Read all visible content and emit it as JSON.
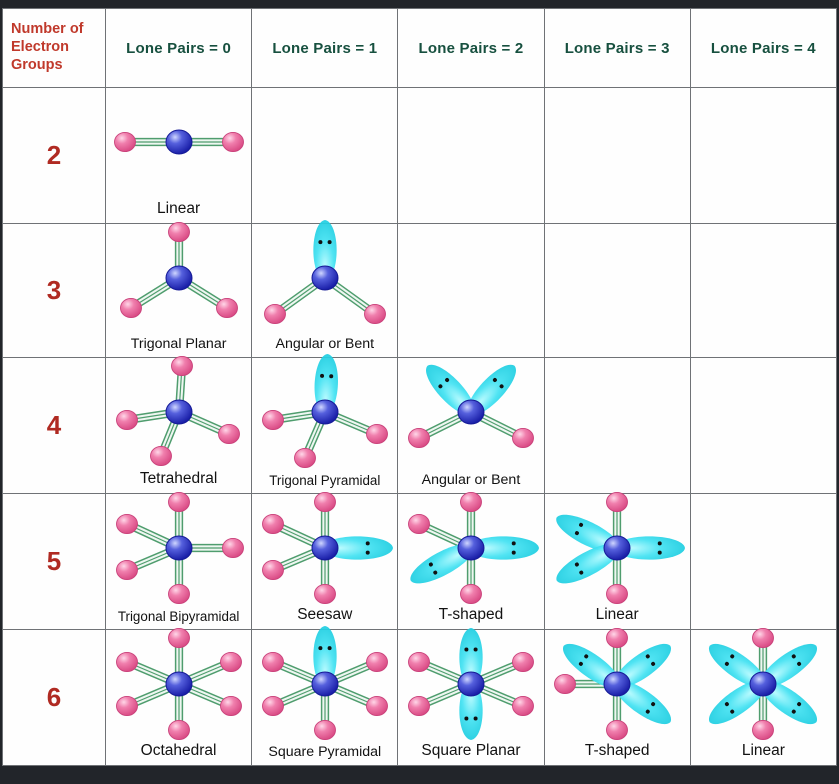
{
  "header": {
    "corner_label_lines": [
      "Number of",
      "Electron",
      "Groups"
    ],
    "corner_label": "Number of Electron Groups",
    "columns": [
      {
        "label": "Lone Pairs = 0",
        "lone_pairs": 0
      },
      {
        "label": "Lone Pairs = 1",
        "lone_pairs": 1
      },
      {
        "label": "Lone Pairs = 2",
        "lone_pairs": 2
      },
      {
        "label": "Lone Pairs = 3",
        "lone_pairs": 3
      },
      {
        "label": "Lone Pairs = 4",
        "lone_pairs": 4
      }
    ]
  },
  "colors": {
    "header_corner_text": "#c0392b",
    "header_column_text": "#17503f",
    "row_label_text": "#b02a22",
    "central_atom": "#2b35c8",
    "terminal_atom": "#e8649a",
    "lone_pair_lobe": "#39e0ef",
    "bond": "#4f9d6e",
    "grid_line": "#6f7276",
    "frame": "#22252a",
    "cell_background": "#fefefe"
  },
  "rows": [
    {
      "electron_groups": "2",
      "cells": [
        {
          "name": "Linear",
          "bonded_atoms": 2,
          "lone_pairs": 0,
          "empty": false
        },
        {
          "name": "",
          "empty": true
        },
        {
          "name": "",
          "empty": true
        },
        {
          "name": "",
          "empty": true
        },
        {
          "name": "",
          "empty": true
        }
      ]
    },
    {
      "electron_groups": "3",
      "cells": [
        {
          "name": "Trigonal Planar",
          "bonded_atoms": 3,
          "lone_pairs": 0,
          "empty": false
        },
        {
          "name": "Angular or Bent",
          "bonded_atoms": 2,
          "lone_pairs": 1,
          "empty": false
        },
        {
          "name": "",
          "empty": true
        },
        {
          "name": "",
          "empty": true
        },
        {
          "name": "",
          "empty": true
        }
      ]
    },
    {
      "electron_groups": "4",
      "cells": [
        {
          "name": "Tetrahedral",
          "bonded_atoms": 4,
          "lone_pairs": 0,
          "empty": false
        },
        {
          "name": "Trigonal Pyramidal",
          "bonded_atoms": 3,
          "lone_pairs": 1,
          "empty": false
        },
        {
          "name": "Angular or Bent",
          "bonded_atoms": 2,
          "lone_pairs": 2,
          "empty": false
        },
        {
          "name": "",
          "empty": true
        },
        {
          "name": "",
          "empty": true
        }
      ]
    },
    {
      "electron_groups": "5",
      "cells": [
        {
          "name": "Trigonal Bipyramidal",
          "bonded_atoms": 5,
          "lone_pairs": 0,
          "empty": false
        },
        {
          "name": "Seesaw",
          "bonded_atoms": 4,
          "lone_pairs": 1,
          "empty": false
        },
        {
          "name": "T-shaped",
          "bonded_atoms": 3,
          "lone_pairs": 2,
          "empty": false
        },
        {
          "name": "Linear",
          "bonded_atoms": 2,
          "lone_pairs": 3,
          "empty": false
        },
        {
          "name": "",
          "empty": true
        }
      ]
    },
    {
      "electron_groups": "6",
      "cells": [
        {
          "name": "Octahedral",
          "bonded_atoms": 6,
          "lone_pairs": 0,
          "empty": false
        },
        {
          "name": "Square Pyramidal",
          "bonded_atoms": 5,
          "lone_pairs": 1,
          "empty": false
        },
        {
          "name": "Square Planar",
          "bonded_atoms": 4,
          "lone_pairs": 2,
          "empty": false
        },
        {
          "name": "T-shaped",
          "bonded_atoms": 3,
          "lone_pairs": 3,
          "empty": false
        },
        {
          "name": "Linear",
          "bonded_atoms": 2,
          "lone_pairs": 4,
          "empty": false
        }
      ]
    }
  ],
  "geometry_specs": {
    "r2c0": {
      "bonds": [
        [
          -54,
          0
        ],
        [
          54,
          0
        ]
      ],
      "lobes": []
    },
    "r3c0": {
      "bonds": [
        [
          0,
          -46
        ],
        [
          -48,
          30
        ],
        [
          48,
          30
        ]
      ],
      "lobes": []
    },
    "r3c1": {
      "bonds": [
        [
          -50,
          36
        ],
        [
          50,
          36
        ]
      ],
      "lobes": [
        [
          0,
          -44
        ]
      ]
    },
    "r4c0": {
      "bonds": [
        [
          3,
          -46
        ],
        [
          -52,
          8
        ],
        [
          -18,
          44
        ],
        [
          50,
          22
        ]
      ],
      "lobes": []
    },
    "r4c1": {
      "bonds": [
        [
          -52,
          8
        ],
        [
          -20,
          46
        ],
        [
          52,
          22
        ]
      ],
      "lobes": [
        [
          2,
          -44
        ]
      ]
    },
    "r4c2": {
      "bonds": [
        [
          -52,
          26
        ],
        [
          52,
          26
        ]
      ],
      "lobes": [
        [
          -34,
          -36
        ],
        [
          34,
          -36
        ]
      ]
    },
    "r5c0": {
      "bonds": [
        [
          0,
          -46
        ],
        [
          0,
          46
        ],
        [
          -52,
          -24
        ],
        [
          -52,
          22
        ],
        [
          54,
          0
        ]
      ],
      "lobes": []
    },
    "r5c1": {
      "bonds": [
        [
          0,
          -46
        ],
        [
          0,
          46
        ],
        [
          -52,
          -24
        ],
        [
          -52,
          22
        ]
      ],
      "lobes": [
        [
          54,
          0
        ]
      ]
    },
    "r5c2": {
      "bonds": [
        [
          0,
          -46
        ],
        [
          0,
          46
        ],
        [
          -52,
          -24
        ]
      ],
      "lobes": [
        [
          54,
          0
        ],
        [
          -48,
          26
        ]
      ]
    },
    "r5c3": {
      "bonds": [
        [
          0,
          -46
        ],
        [
          0,
          46
        ]
      ],
      "lobes": [
        [
          -48,
          -24
        ],
        [
          -48,
          26
        ],
        [
          54,
          0
        ]
      ]
    },
    "r6c0": {
      "bonds": [
        [
          0,
          -46
        ],
        [
          0,
          46
        ],
        [
          -52,
          -22
        ],
        [
          -52,
          22
        ],
        [
          52,
          -22
        ],
        [
          52,
          22
        ]
      ],
      "lobes": []
    },
    "r6c1": {
      "bonds": [
        [
          0,
          46
        ],
        [
          -52,
          -22
        ],
        [
          -52,
          22
        ],
        [
          52,
          -22
        ],
        [
          52,
          22
        ]
      ],
      "lobes": [
        [
          0,
          -44
        ]
      ]
    },
    "r6c2": {
      "bonds": [
        [
          -52,
          -22
        ],
        [
          -52,
          22
        ],
        [
          52,
          -22
        ],
        [
          52,
          22
        ]
      ],
      "lobes": [
        [
          0,
          -42
        ],
        [
          0,
          42
        ]
      ]
    },
    "r6c3": {
      "bonds": [
        [
          0,
          -46
        ],
        [
          0,
          46
        ],
        [
          -52,
          0
        ]
      ],
      "lobes": [
        [
          -42,
          -30
        ],
        [
          42,
          -30
        ],
        [
          42,
          30
        ]
      ]
    },
    "r6c4": {
      "bonds": [
        [
          0,
          -46
        ],
        [
          0,
          46
        ]
      ],
      "lobes": [
        [
          -42,
          -30
        ],
        [
          42,
          -30
        ],
        [
          -42,
          30
        ],
        [
          42,
          30
        ]
      ]
    }
  }
}
